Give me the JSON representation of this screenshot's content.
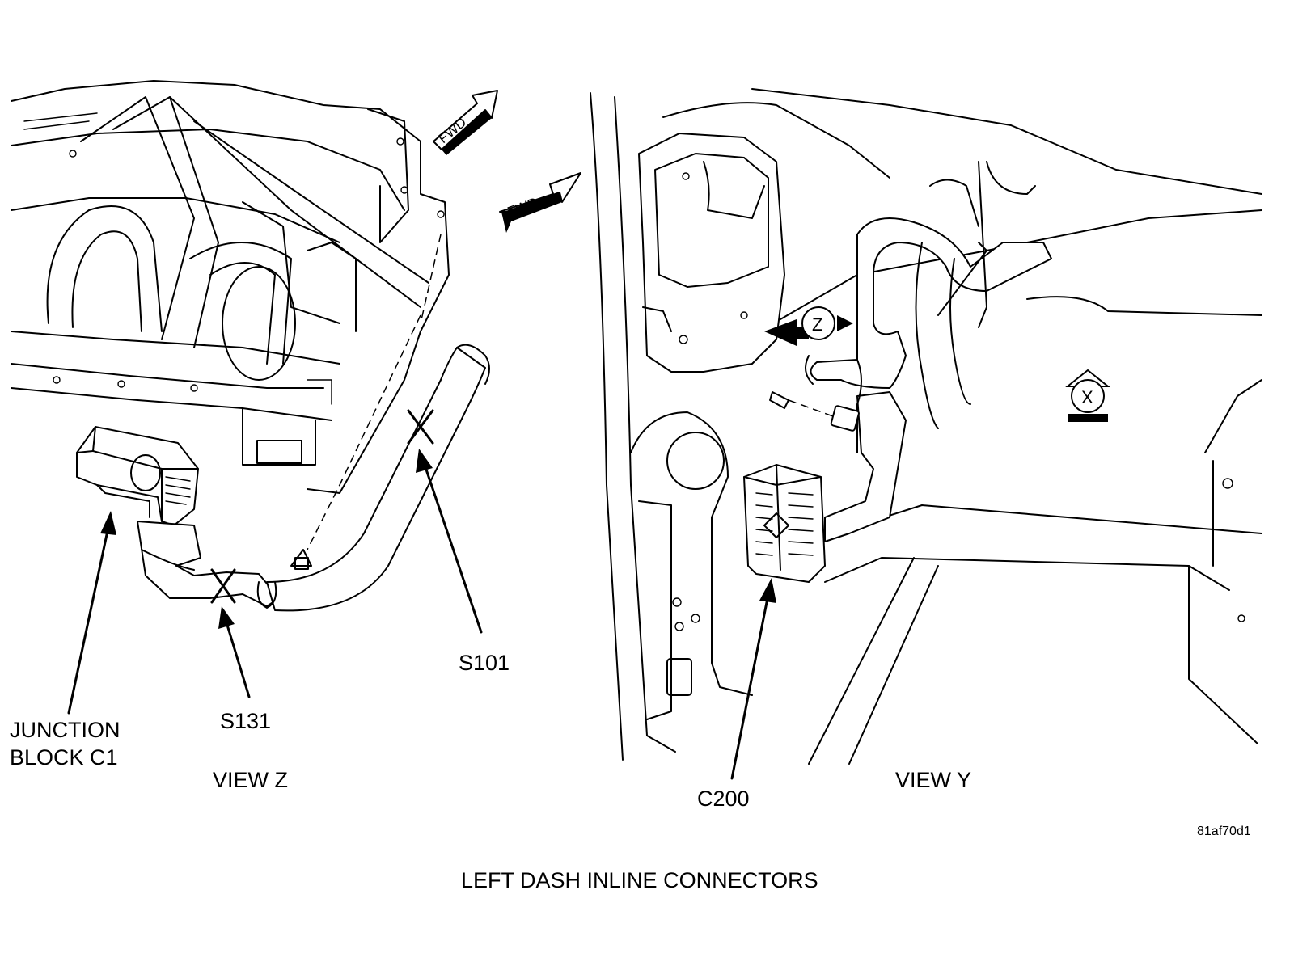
{
  "title": "LEFT DASH INLINE CONNECTORS",
  "figure_id": "81af70d1",
  "views": {
    "left": {
      "caption": "VIEW Z"
    },
    "right": {
      "caption": "VIEW Y"
    }
  },
  "callouts": {
    "junction_block_line1": "JUNCTION",
    "junction_block_line2": "BLOCK C1",
    "s131": "S131",
    "s101": "S101",
    "c200": "C200"
  },
  "markers": {
    "fwd_left": "FWD",
    "fwd_right": "FWD",
    "view_z": "Z",
    "view_x": "X"
  },
  "icons": [
    "fwd-arrow-icon",
    "view-z-marker-icon",
    "view-x-marker-icon",
    "splice-x-icon"
  ]
}
